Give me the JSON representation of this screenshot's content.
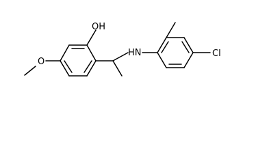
{
  "molecule": {
    "atom_labels": {
      "hydroxyl": "OH",
      "methoxy_oxygen": "O",
      "amine": "HN",
      "chlorine": "Cl"
    },
    "colors": {
      "bond": "#000000",
      "label": "#000000",
      "background": "#ffffff"
    }
  }
}
